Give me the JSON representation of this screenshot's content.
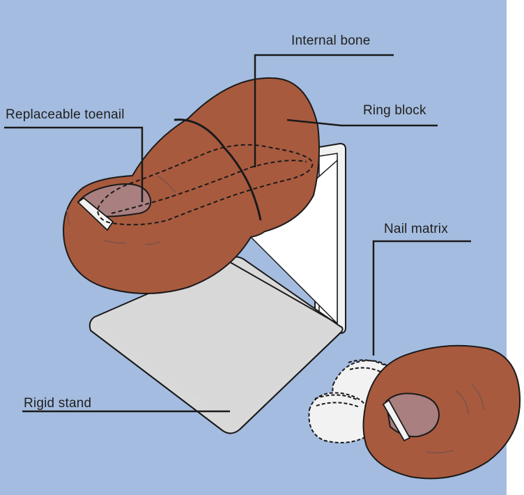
{
  "labels": {
    "internal_bone": "Internal bone",
    "ring_block": "Ring block",
    "replaceable_toenail": "Replaceable toenail",
    "nail_matrix": "Nail matrix",
    "rigid_stand": "Rigid stand"
  },
  "colors": {
    "background": "#a4bcdf",
    "skin": "#a85a3e",
    "nail": "#a97f80",
    "stand_light": "#f2f2f2",
    "stand_shadow": "#d9d9d9",
    "outline": "#1a1a1a"
  }
}
